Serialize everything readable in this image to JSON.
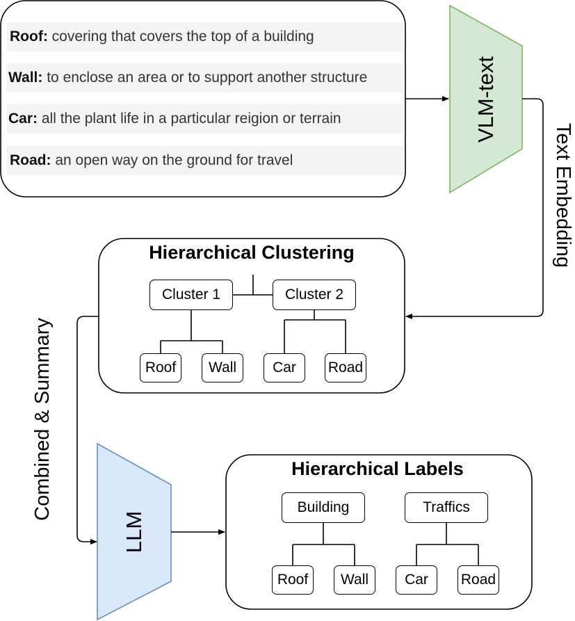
{
  "definitions": [
    {
      "term": "Roof:",
      "text": " covering that covers the top of a building"
    },
    {
      "term": "Wall:",
      "text": " to enclose an area or to support another structure"
    },
    {
      "term": "Car:",
      "text": " all the plant life in a particular reigion or terrain"
    },
    {
      "term": "Road:",
      "text": " an open way on the ground for travel"
    }
  ],
  "vlm_text": "VLM-text",
  "text_embedding": "Text Embedding",
  "clustering": {
    "title": "Hierarchical Clustering",
    "clusters": [
      "Cluster 1",
      "Cluster 2"
    ],
    "leaves": [
      "Roof",
      "Wall",
      "Car",
      "Road"
    ]
  },
  "combined_summary": "Combined & Summary",
  "llm": "LLM",
  "labels": {
    "title": "Hierarchical Labels",
    "parents": [
      "Building",
      "Traffics"
    ],
    "leaves": [
      "Roof",
      "Wall",
      "Car",
      "Road"
    ]
  },
  "colors": {
    "vlm_fill": "#d5e8d4",
    "vlm_stroke": "#82b366",
    "llm_fill": "#dae8fc",
    "llm_stroke": "#6c8ebf"
  }
}
